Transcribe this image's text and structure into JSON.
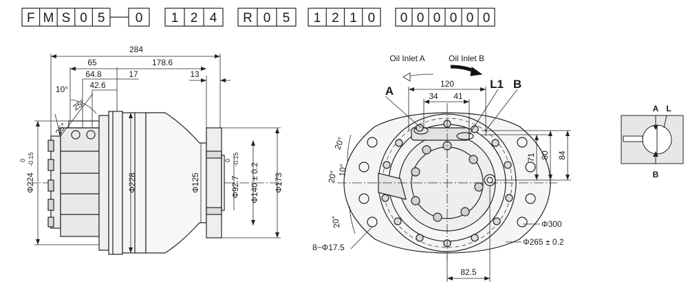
{
  "model_code": {
    "groups": [
      [
        "F",
        "M",
        "S",
        "0",
        "5"
      ],
      [
        "0"
      ],
      [
        "1",
        "2",
        "4"
      ],
      [
        "R",
        "0",
        "5"
      ],
      [
        "1",
        "2",
        "1",
        "0"
      ],
      [
        "0",
        "0",
        "0",
        "0",
        "0",
        "0"
      ]
    ]
  },
  "side_view": {
    "dims": {
      "overall": "284",
      "d65": "65",
      "d178": "178.6",
      "d648": "64.8",
      "d17": "17",
      "d13": "13",
      "d426": "42.6"
    },
    "angles": {
      "a10": "10°",
      "a25a": "25°",
      "a25b": "25°"
    },
    "diameters": {
      "d224": "Φ224",
      "d224_tol_up": "0",
      "d224_tol_low": "-0.15",
      "d228": "Φ228",
      "d125": "Φ125",
      "d927": "Φ92.7",
      "d927_tol_up": "0",
      "d927_tol_low": "-0.15",
      "d140": "Φ140 ± 0.2",
      "d173": "Φ173"
    }
  },
  "front_view": {
    "oil_inlet_a": "Oil Inlet A",
    "oil_inlet_b": "Oil Inlet B",
    "port_a": "A",
    "port_l1": "L1",
    "port_b": "B",
    "dims": {
      "d120": "120",
      "d34": "34",
      "d41": "41",
      "d71": "71",
      "d80": "80",
      "d84": "84",
      "d825": "82.5"
    },
    "angles": {
      "a20a": "20°",
      "a20b": "20°",
      "a10": "10°",
      "a20c": "20°"
    },
    "callouts": {
      "holes": "8−Φ17.5",
      "d300": "Φ300",
      "d265": "Φ265 ± 0.2"
    }
  },
  "port_symbol": {
    "a": "A",
    "l": "L",
    "b": "B"
  }
}
